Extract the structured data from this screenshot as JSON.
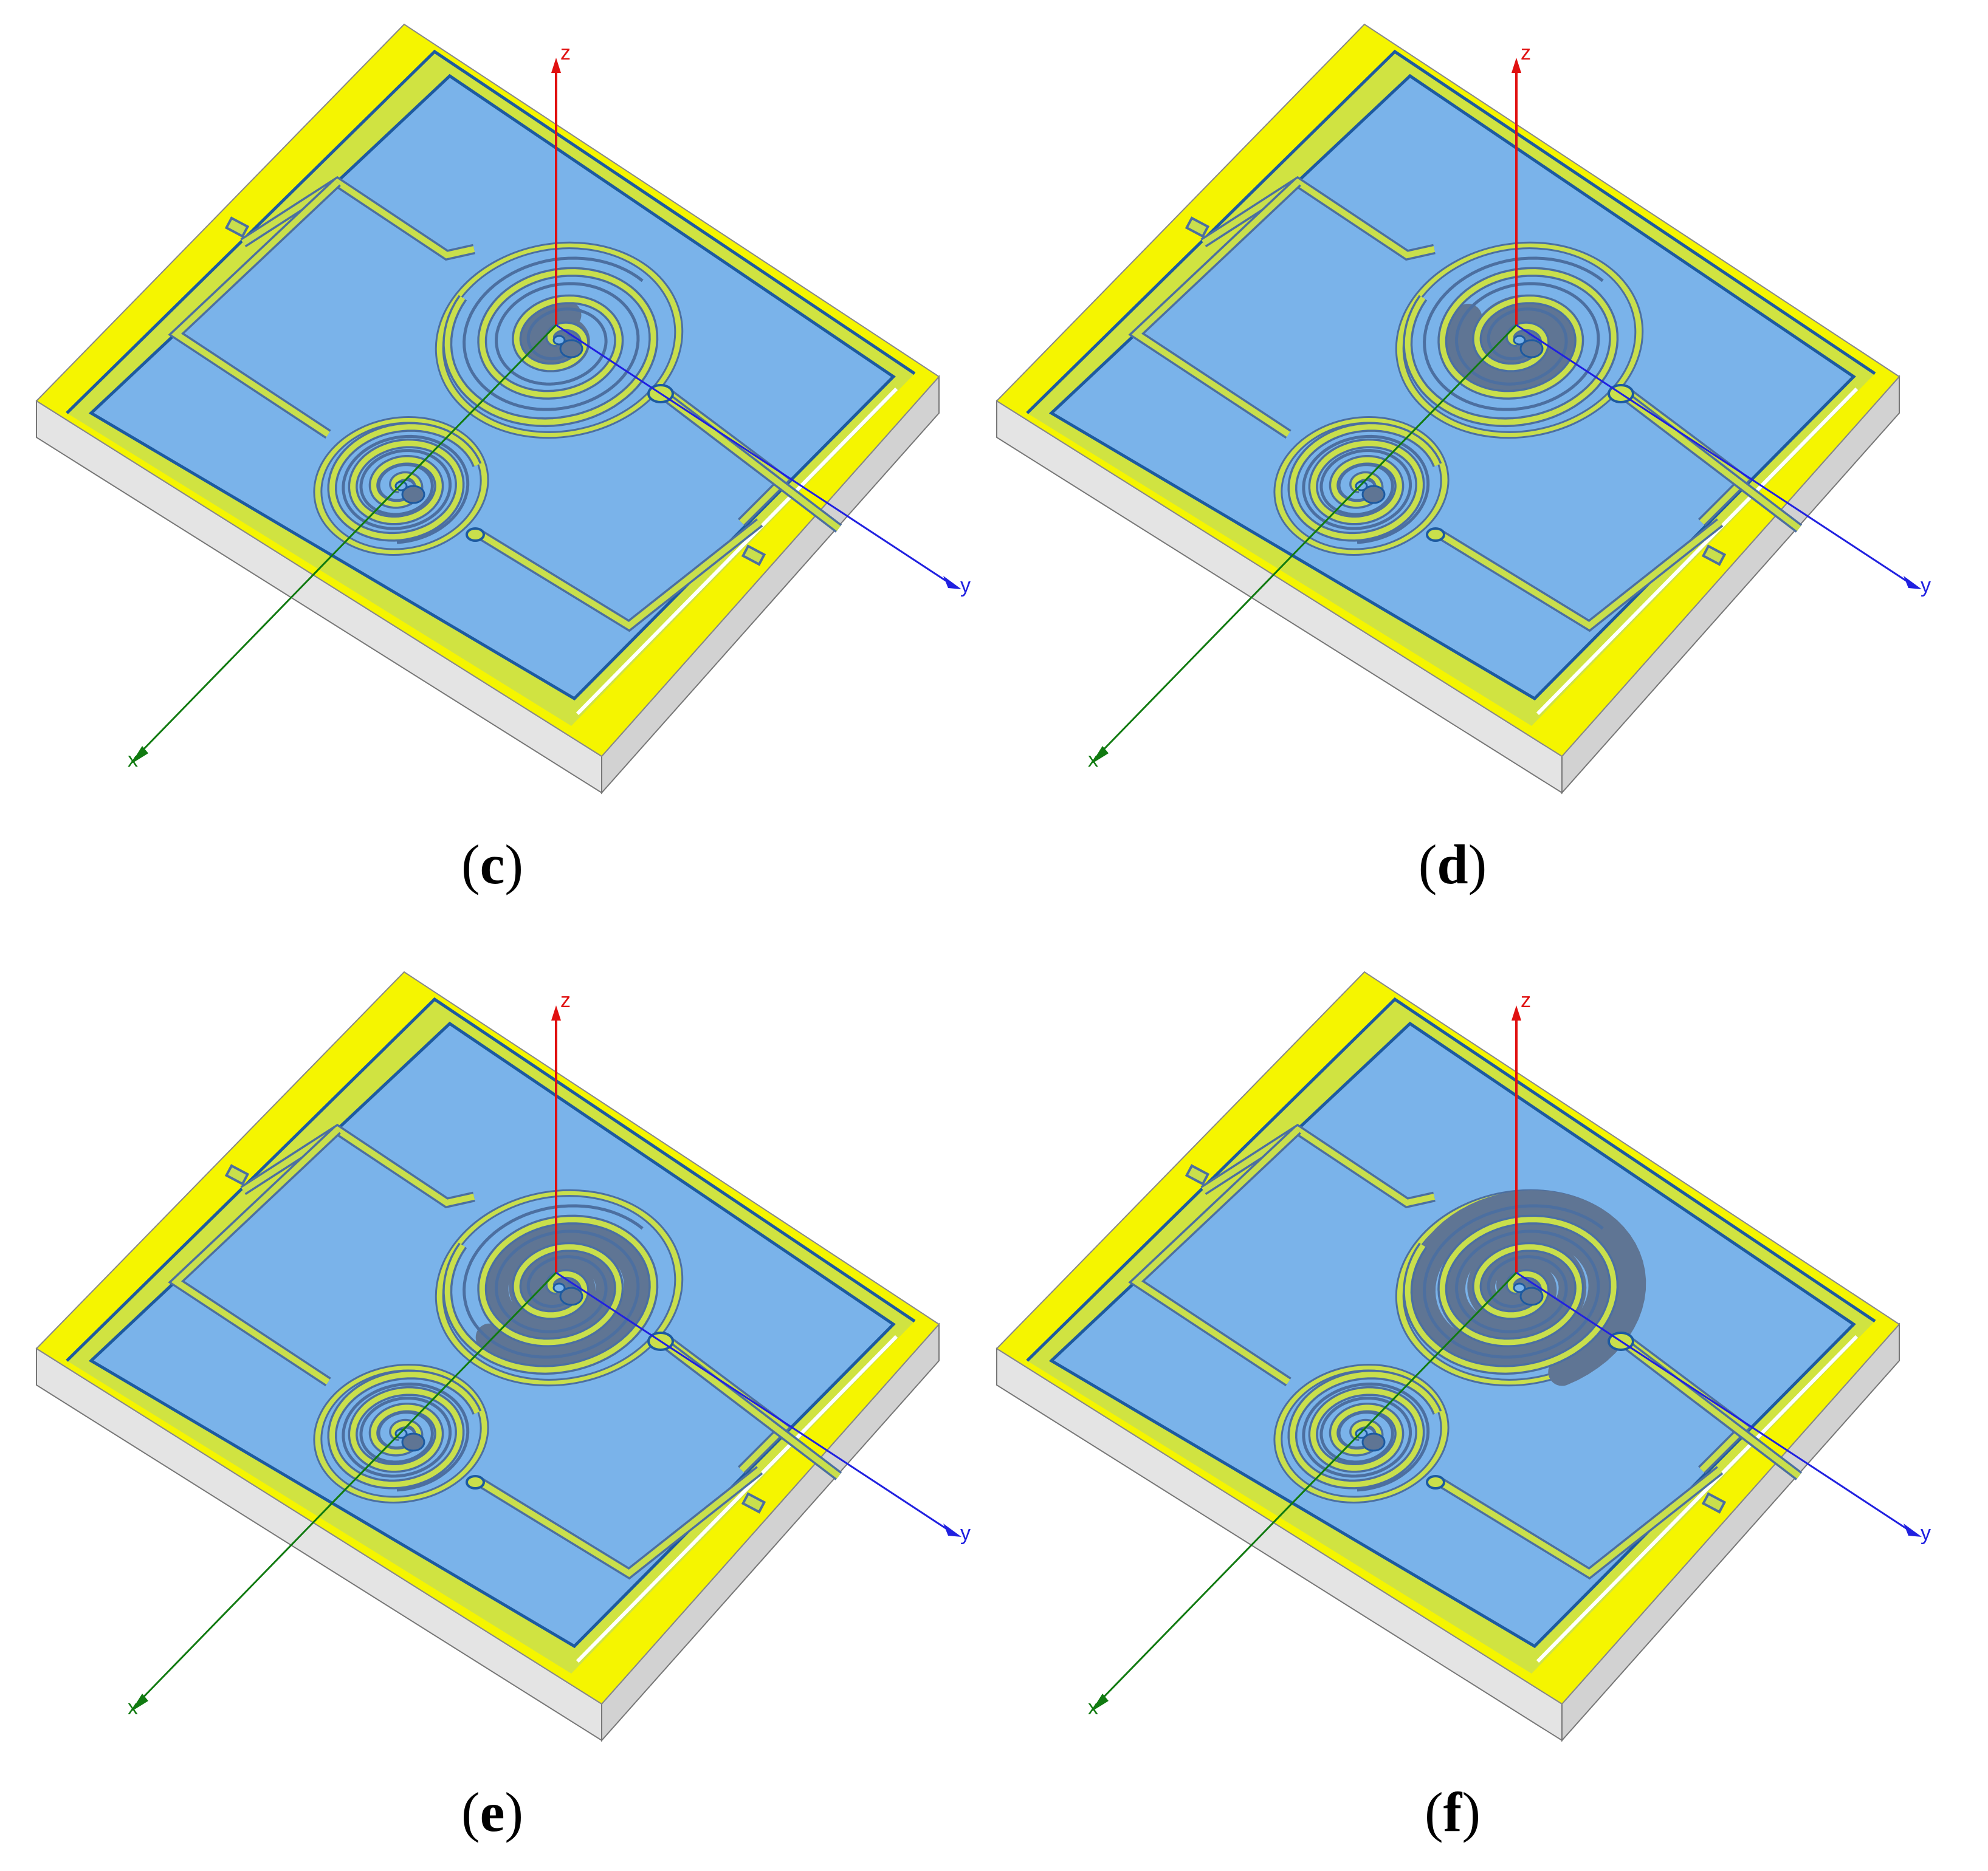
{
  "colors": {
    "substrate_top": "#f5f500",
    "substrate_side": "#e4e4e4",
    "substrate_bottom": "#d2d2d2",
    "ground_plane": "#7ab3ea",
    "outline": "#1d5aa0",
    "trace_fill": "#c9df4c",
    "trace_edge": "#4c6fa0",
    "metal_patch": "#5f7594",
    "z_axis": "#e01010",
    "y_axis": "#2020e0",
    "x_axis": "#107a10"
  },
  "axes": {
    "x": "x",
    "y": "y",
    "z": "z"
  },
  "panels": [
    {
      "id": "c",
      "caption": "c",
      "large_spiral_metal_fraction": 0.25
    },
    {
      "id": "d",
      "caption": "d",
      "large_spiral_metal_fraction": 0.5
    },
    {
      "id": "e",
      "caption": "e",
      "large_spiral_metal_fraction": 0.75
    },
    {
      "id": "f",
      "caption": "f",
      "large_spiral_metal_fraction": 1.0
    }
  ]
}
